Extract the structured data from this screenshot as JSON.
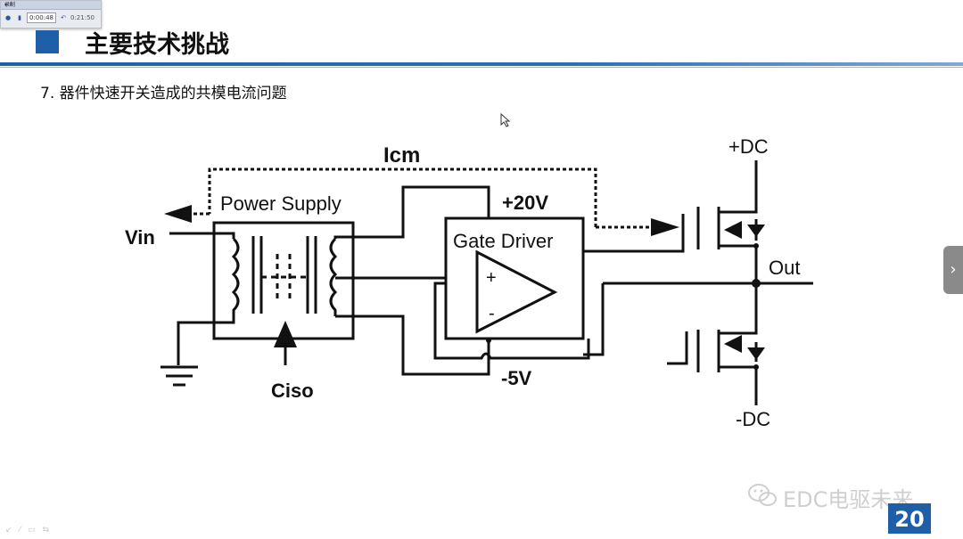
{
  "player": {
    "title": "录制",
    "close": "▾ ✕",
    "play": "●",
    "pause": "▮",
    "time": "0:00:48",
    "undo": "↶",
    "total": "0:21:50"
  },
  "slide": {
    "title": "主要技术挑战",
    "subtitle": "7. 器件快速开关造成的共模电流问题",
    "number": "20",
    "watermark": "EDC电驱未来"
  },
  "diagram": {
    "labels": {
      "icm": "Icm",
      "power_supply": "Power Supply",
      "gate_driver": "Gate Driver",
      "vin": "Vin",
      "plus20v": "+20V",
      "minus5v": "-5V",
      "ciso": "Ciso",
      "plus_dc": "+DC",
      "minus_dc": "-DC",
      "out": "Out",
      "opamp_plus": "+",
      "opamp_minus": "-"
    }
  },
  "nav": {
    "next": "›"
  },
  "tools": [
    "↙",
    "⁄",
    "▭",
    "⇆"
  ]
}
